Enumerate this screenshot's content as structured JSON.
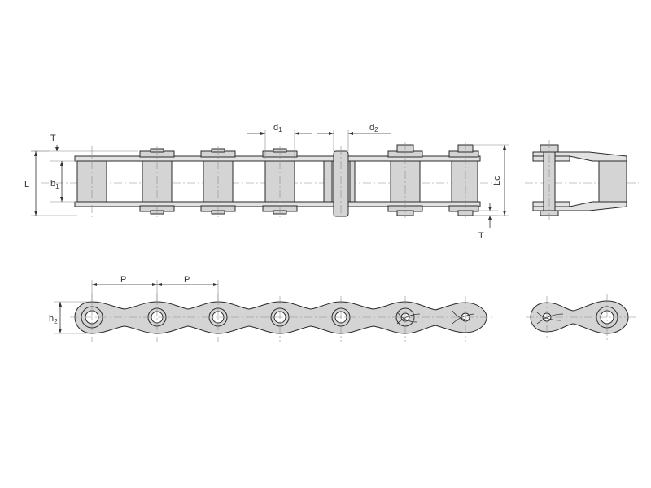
{
  "labels": {
    "T_top": "T",
    "L": "L",
    "b": "b",
    "b_sub": "1",
    "d1": "d",
    "d1_sub": "1",
    "d2": "d",
    "d2_sub": "2",
    "Lc": "Lc",
    "T_bottom": "T",
    "P_first": "P",
    "P_second": "P",
    "h": "h",
    "h_sub": "2"
  },
  "colors": {
    "plate": "#d4d4d4",
    "outline": "#2a2a2a",
    "background": "#ffffff"
  }
}
